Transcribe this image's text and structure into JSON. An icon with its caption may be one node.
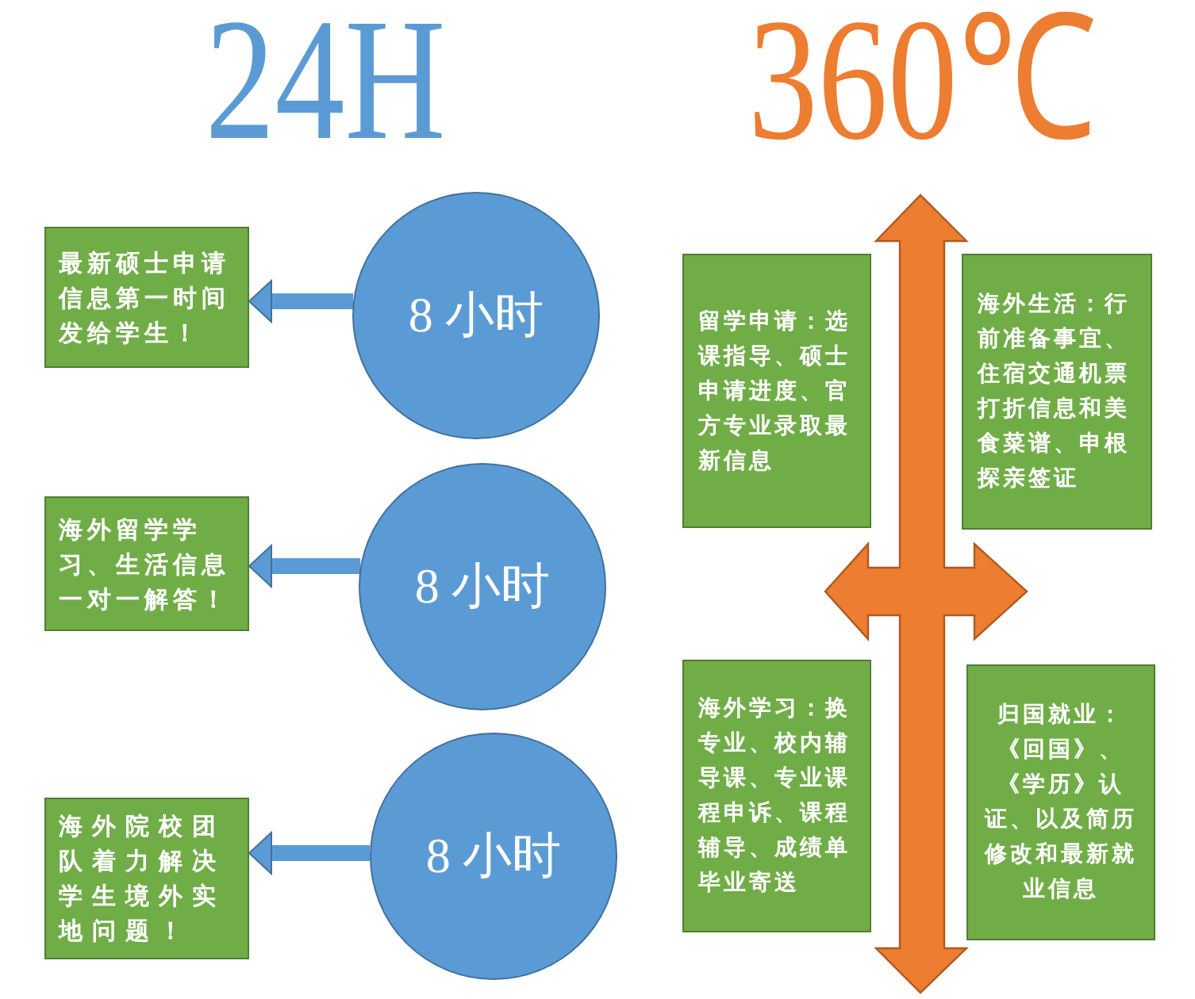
{
  "diagram": {
    "nodes": [
      {
        "text": [
          "最新硕士申请信息第一时间发给学生！"
        ]
      },
      {
        "text": [
          "8 小时"
        ]
      },
      {
        "text": [
          "海外留学学习、生活信息一对一解答！"
        ]
      },
      {
        "text": [
          "8 小时"
        ]
      },
      {
        "text": [
          "海外院校团队着力解决学生境外实地问题！"
        ]
      },
      {
        "text": [
          "8 小时"
        ]
      },
      {
        "text": [
          "留学申请：选课指导、硕士申请进度、官方专业录取最新信息"
        ]
      },
      {
        "text": [
          "海外生活：行前准备事宜、住宿交通机票打折信息和美食菜谱、申根探亲签证"
        ]
      },
      {
        "text": [
          "海外学习：换专业、校内辅导课、专业课程申诉、课程辅导、成绩单毕业寄送"
        ]
      },
      {
        "text": [
          "归国就业：《回国》、《学历》认证、以及简历修改和最新就业信息"
        ]
      }
    ],
    "edges": [
      {
        "from": 1,
        "to": 0,
        "arrow": "to"
      },
      {
        "from": 3,
        "to": 2,
        "arrow": "to"
      },
      {
        "from": 5,
        "to": 4,
        "arrow": "to"
      }
    ],
    "labels": [
      "24H",
      "360℃"
    ]
  }
}
